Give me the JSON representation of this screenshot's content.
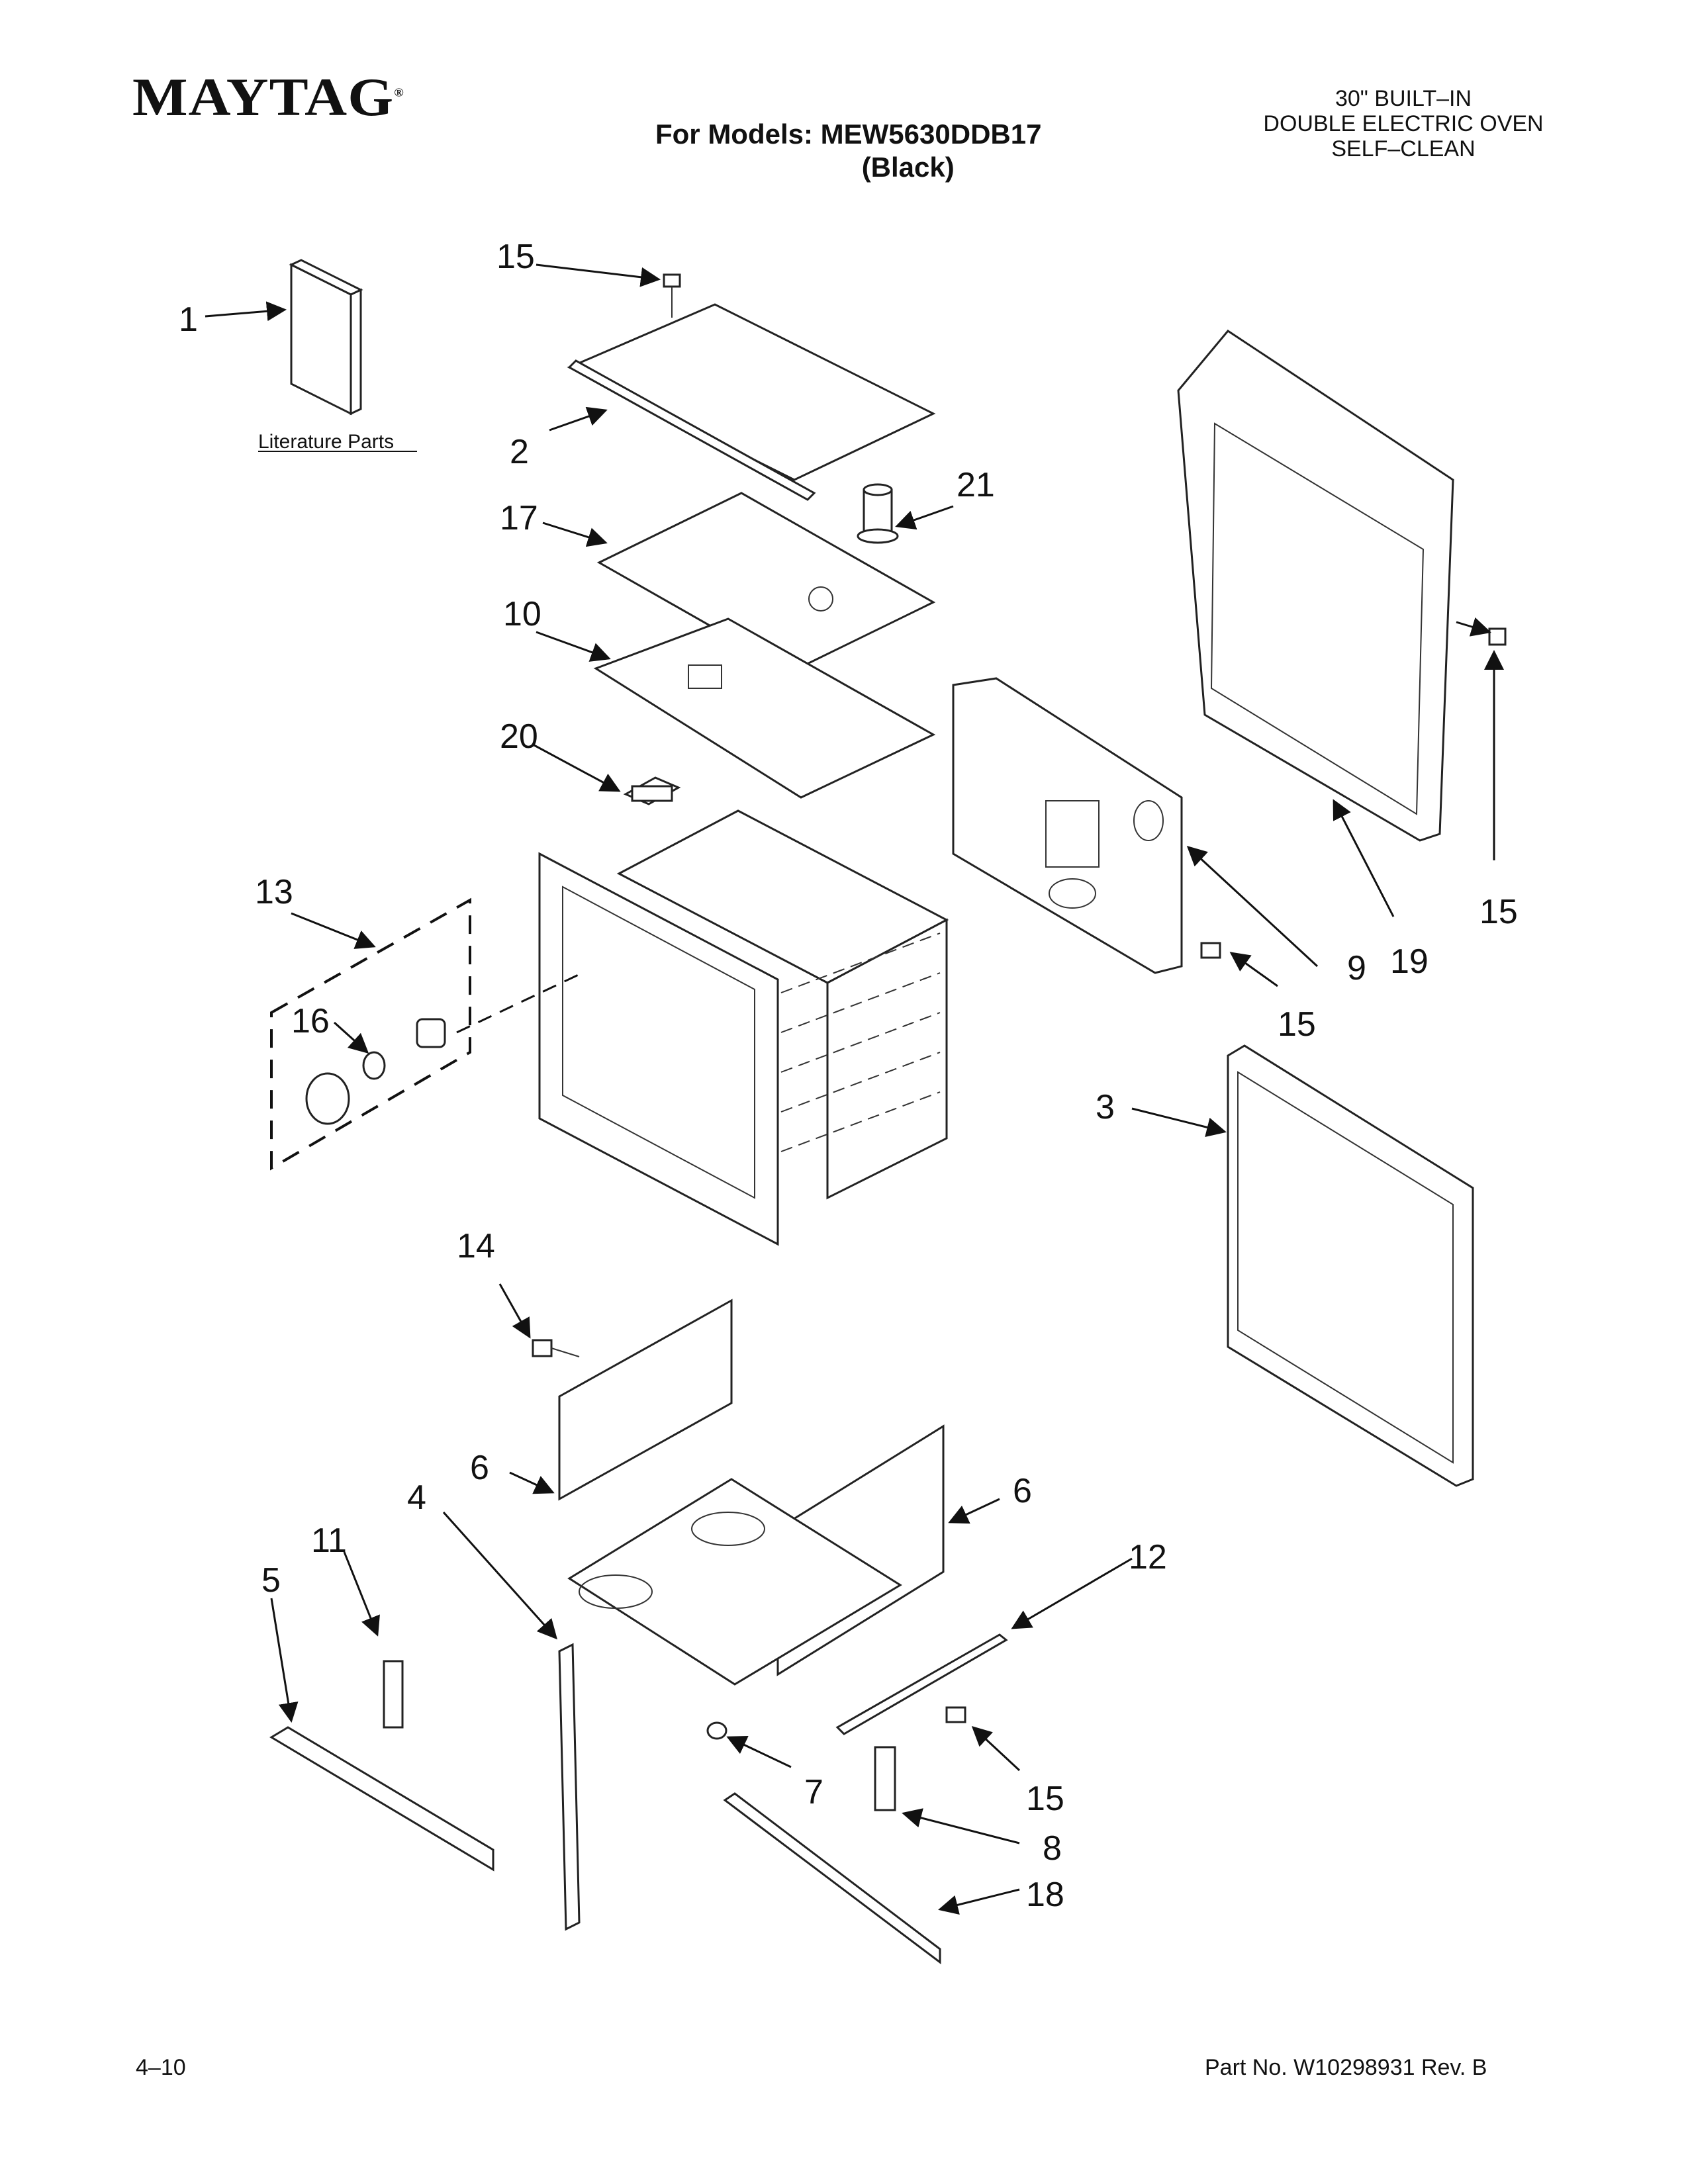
{
  "header": {
    "brand": "MAYTAG",
    "brand_mark": "®",
    "models_line1": "For Models: MEW5630DDB17",
    "models_line2": "(Black)",
    "desc_line1": "30\" BUILT–IN",
    "desc_line2": "DOUBLE ELECTRIC OVEN",
    "desc_line3": "SELF–CLEAN"
  },
  "literature_label": "Literature Parts",
  "callouts": {
    "c1": "1",
    "c2": "2",
    "c3": "3",
    "c4": "4",
    "c5": "5",
    "c6a": "6",
    "c6b": "6",
    "c7": "7",
    "c8": "8",
    "c9": "9",
    "c10": "10",
    "c11": "11",
    "c12": "12",
    "c13": "13",
    "c14": "14",
    "c15a": "15",
    "c15b": "15",
    "c15c": "15",
    "c15d": "15",
    "c16": "16",
    "c17": "17",
    "c18": "18",
    "c19": "19",
    "c20": "20",
    "c21": "21"
  },
  "footer": {
    "page": "4–10",
    "part_no": "Part No. W10298931 Rev. B"
  }
}
